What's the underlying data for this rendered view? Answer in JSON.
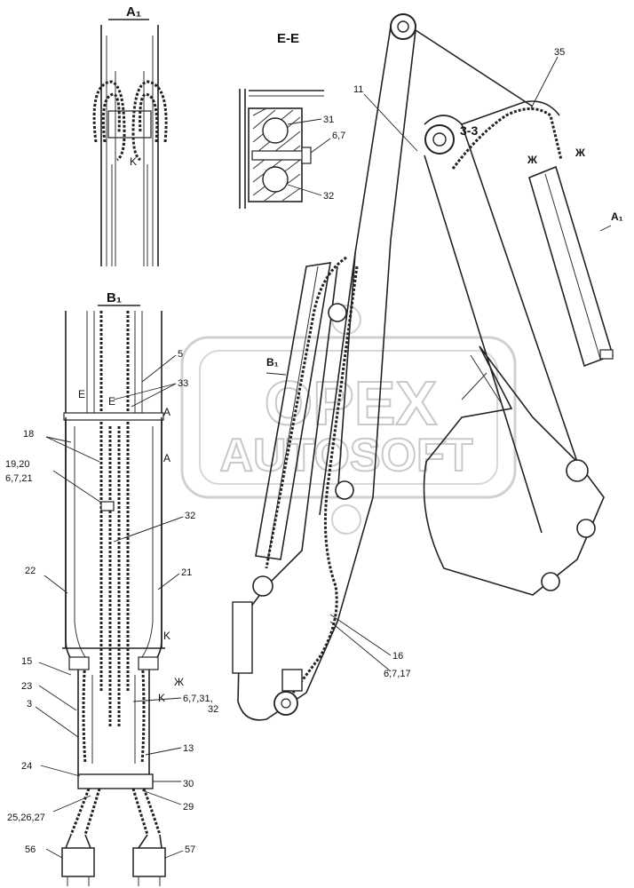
{
  "watermark": {
    "line1": "OPEX",
    "line2": "AUTOSOFT"
  },
  "sections": {
    "view_a1": "A₁",
    "section_e": "E-E",
    "view_b1": "B₁",
    "view_b1_arrow": "B₁",
    "view_a1_arrow": "A₁",
    "section_33": "3-3"
  },
  "callouts": {
    "c31": "31",
    "c67_e": "6,7",
    "c32_e": "32",
    "c5": "5",
    "c33": "33",
    "c18": "18",
    "c1920": "19,20",
    "c6721": "6,7,21",
    "c32": "32",
    "c22": "22",
    "c21": "21",
    "c15": "15",
    "c23": "23",
    "c3": "3",
    "c6_7_31_32": "6,7,31,",
    "c32b": "32",
    "c13": "13",
    "c24": "24",
    "c30": "30",
    "c29": "29",
    "c252627": "25,26,27",
    "c56": "56",
    "c57": "57",
    "c11": "11",
    "c35": "35",
    "c16": "16",
    "c6717": "6,7,17"
  },
  "marks": {
    "k_top": "K",
    "e_left": "E",
    "e_right": "E",
    "a_upper": "A",
    "a_lower": "A",
    "k_right": "K",
    "zh_left": "Ж",
    "k_lower": "K",
    "zh_boom_left": "Ж",
    "zh_boom_right": "Ж"
  }
}
